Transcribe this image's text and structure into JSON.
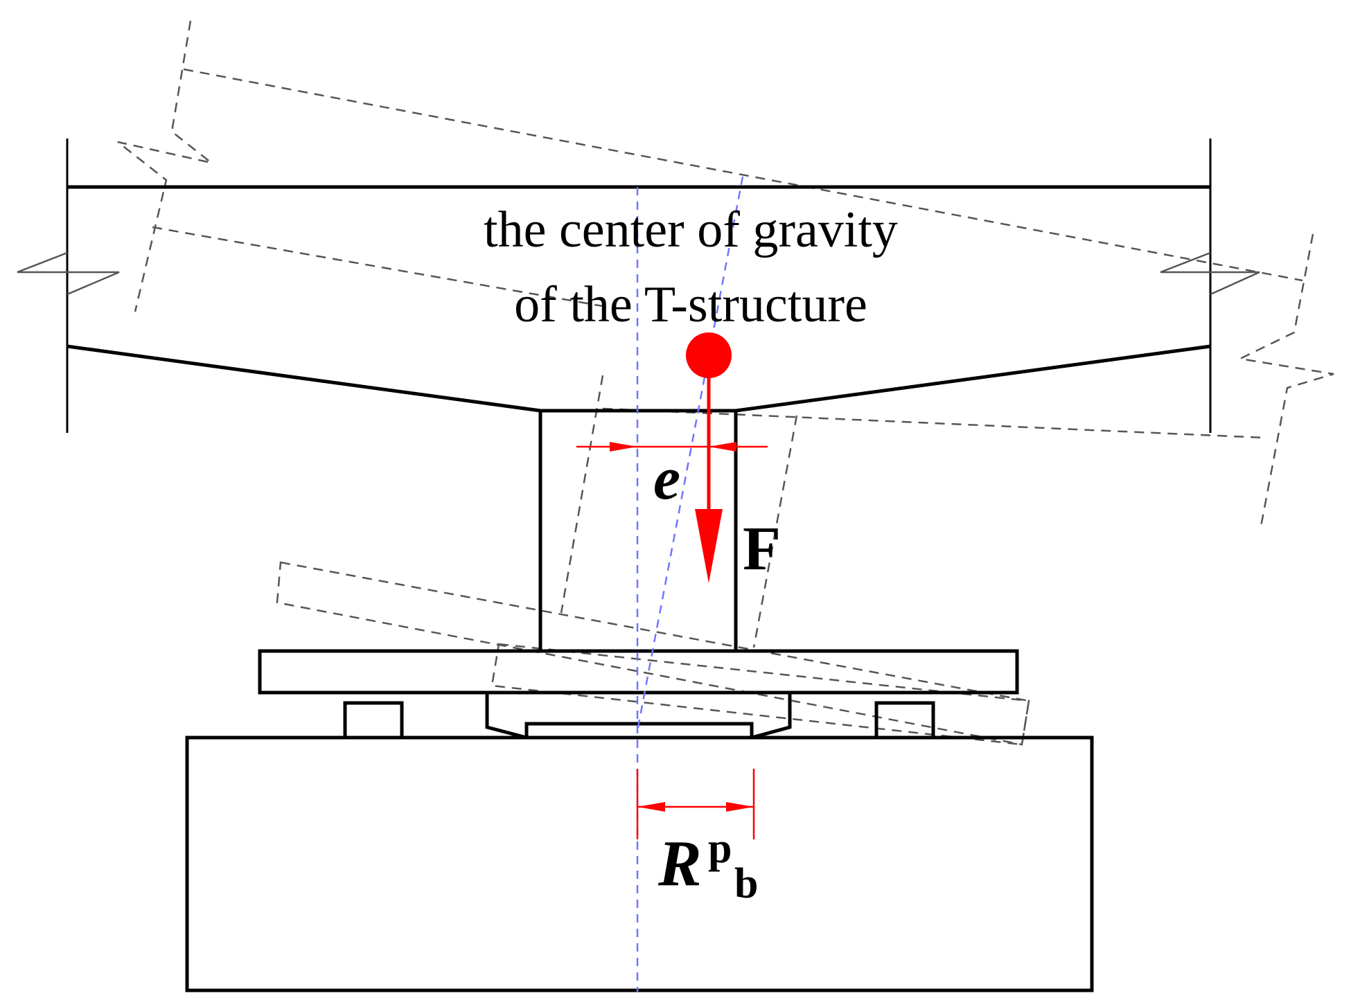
{
  "labels": {
    "cg_line1": "the center of gravity",
    "cg_line2": "of the T-structure",
    "eccentricity": "e",
    "force": "F",
    "radius_main": "R",
    "radius_sup": "p",
    "radius_sub": "b"
  },
  "colors": {
    "structure": "#000000",
    "rotated_outline": "#555555",
    "axis": "#6f76ff",
    "force": "#ff0000"
  }
}
